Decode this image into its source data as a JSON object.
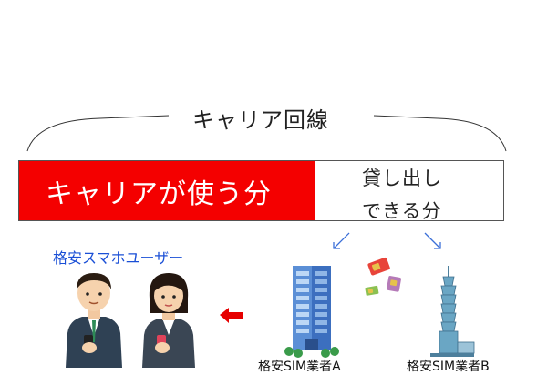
{
  "diagram": {
    "carrier_line_label": "キャリア回線",
    "carrier_use_label": "キャリアが使う分",
    "lendable_label_line1": "貸し出し",
    "lendable_label_line2": "できる分",
    "users_label": "格安スマホユーザー",
    "vendor_a_label": "格安SIM業者A",
    "vendor_b_label": "格安SIM業者B",
    "colors": {
      "carrier_bar": "#f40000",
      "users_label": "#1a4fd6",
      "arrow_blue": "#3b6fd8",
      "arrow_red": "#e60000"
    }
  }
}
